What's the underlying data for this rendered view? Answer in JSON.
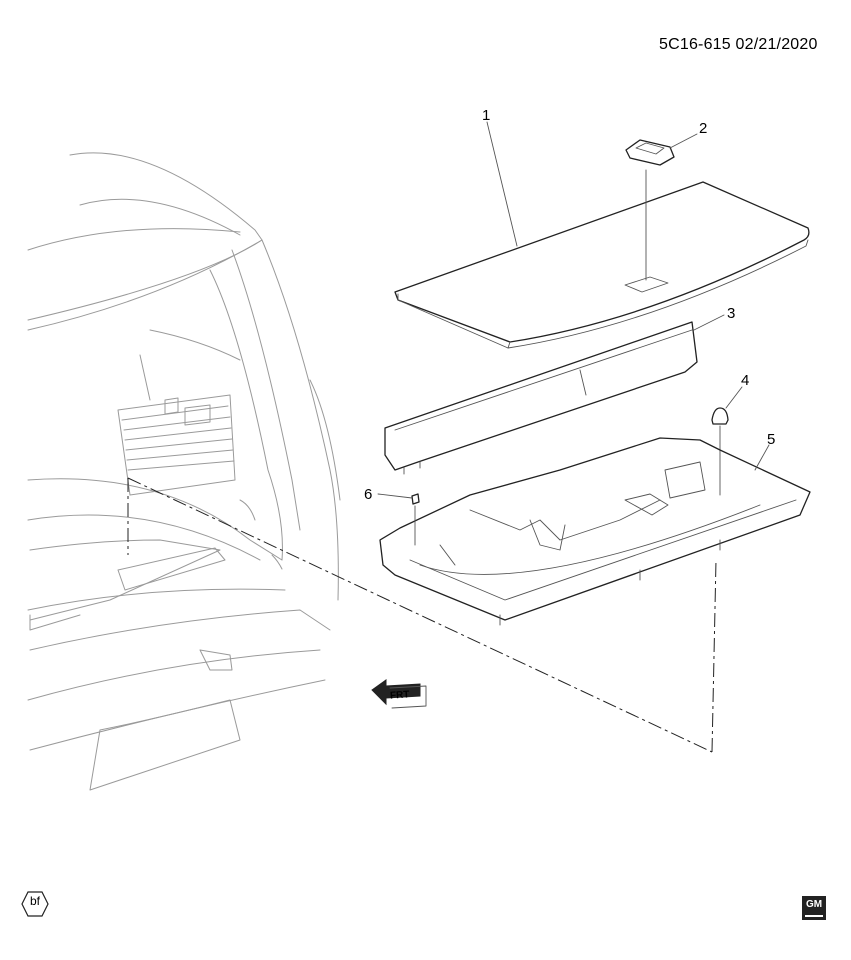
{
  "header": {
    "reference": "5C16-615  02/21/2020"
  },
  "callouts": [
    {
      "number": "1"
    },
    {
      "number": "2"
    },
    {
      "number": "3"
    },
    {
      "number": "4"
    },
    {
      "number": "5"
    },
    {
      "number": "6"
    }
  ],
  "direction_label": "FRT",
  "footer": {
    "bf_label": "bf",
    "logo_text": "GM"
  }
}
